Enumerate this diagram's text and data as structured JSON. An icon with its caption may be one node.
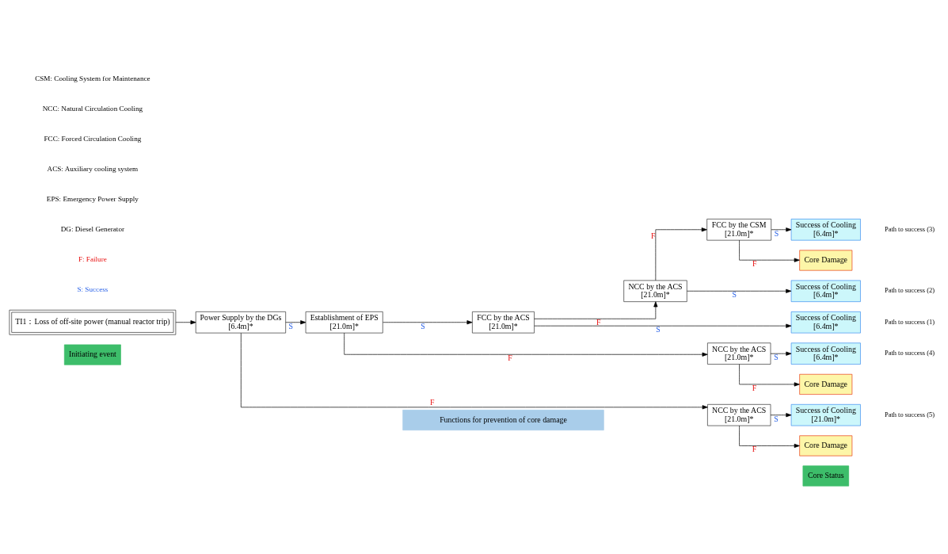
{
  "diagram": {
    "nodes": [
      {
        "text": [
          "Initiating event"
        ]
      },
      {
        "text": [
          "Functions for prevention of core damage"
        ]
      },
      {
        "text": [
          "Core Status"
        ]
      },
      {
        "text": [
          "TI1：Loss of off-site power (manual reactor trip)"
        ]
      },
      {
        "text": [
          "Power Supply by the DGs",
          "[6.4m]*"
        ]
      },
      {
        "text": [
          "Establishment of EPS",
          "[21.0m]*"
        ]
      },
      {
        "text": [
          "FCC by the ACS",
          "[21.0m]*"
        ]
      },
      {
        "text": [
          "NCC by the ACS",
          "[21.0m]*"
        ]
      },
      {
        "text": [
          "FCC by the CSM",
          "[21.0m]*"
        ]
      },
      {
        "text": [
          "NCC by the ACS",
          "[21.0m]*"
        ]
      },
      {
        "text": [
          "NCC by the ACS",
          "[21.0m]*"
        ]
      },
      {
        "text": [
          "Success of Cooling",
          "[6.4m]*"
        ],
        "beside": [
          "Path to success (1)"
        ]
      },
      {
        "text": [
          "Success of Cooling",
          "[6.4m]*"
        ],
        "beside": [
          "Path to success (2)"
        ]
      },
      {
        "text": [
          "Success of Cooling",
          "[6.4m]*"
        ],
        "beside": [
          "Path to success (3)"
        ]
      },
      {
        "text": [
          "Core Damage"
        ]
      },
      {
        "text": [
          "Success of Cooling",
          "[6.4m]*"
        ],
        "beside": [
          "Path to success (4)"
        ]
      },
      {
        "text": [
          "Core Damage"
        ]
      },
      {
        "text": [
          "Success of Cooling",
          "[21.0m]*"
        ],
        "beside": [
          "Path to success (5)"
        ]
      },
      {
        "text": [
          "Core Damage"
        ]
      }
    ],
    "edges": [
      {
        "from": 3,
        "to": 4,
        "arrow": "to"
      },
      {
        "from": 4,
        "to": 5,
        "arrow": "to",
        "label": "S"
      },
      {
        "from": 4,
        "to": 10,
        "arrow": "to",
        "label": "F"
      },
      {
        "from": 5,
        "to": 6,
        "arrow": "to",
        "label": "S"
      },
      {
        "from": 5,
        "to": 9,
        "arrow": "to",
        "label": "F"
      },
      {
        "from": 6,
        "to": 11,
        "arrow": "to",
        "label": "S"
      },
      {
        "from": 6,
        "to": 7,
        "arrow": "to",
        "label": "F"
      },
      {
        "from": 7,
        "to": 12,
        "arrow": "to",
        "label": "S"
      },
      {
        "from": 7,
        "to": 8,
        "arrow": "to",
        "label": "F"
      },
      {
        "from": 8,
        "to": 13,
        "arrow": "to",
        "label": "S"
      },
      {
        "from": 8,
        "to": 14,
        "arrow": "to",
        "label": "F"
      },
      {
        "from": 9,
        "to": 15,
        "arrow": "to",
        "label": "S"
      },
      {
        "from": 9,
        "to": 16,
        "arrow": "to",
        "label": "F"
      },
      {
        "from": 10,
        "to": 17,
        "arrow": "to",
        "label": "S"
      },
      {
        "from": 10,
        "to": 18,
        "arrow": "to",
        "label": "F"
      }
    ],
    "labels": [
      "S: Success",
      "F: Failure",
      "DG: Diesel Generator",
      "EPS: Emergency Power Supply",
      "ACS: Auxiliary cooling system",
      "FCC: Forced Circulation Cooling",
      "NCC: Natural Circulation Cooling",
      "CSM: Cooling System for Maintenance"
    ]
  }
}
